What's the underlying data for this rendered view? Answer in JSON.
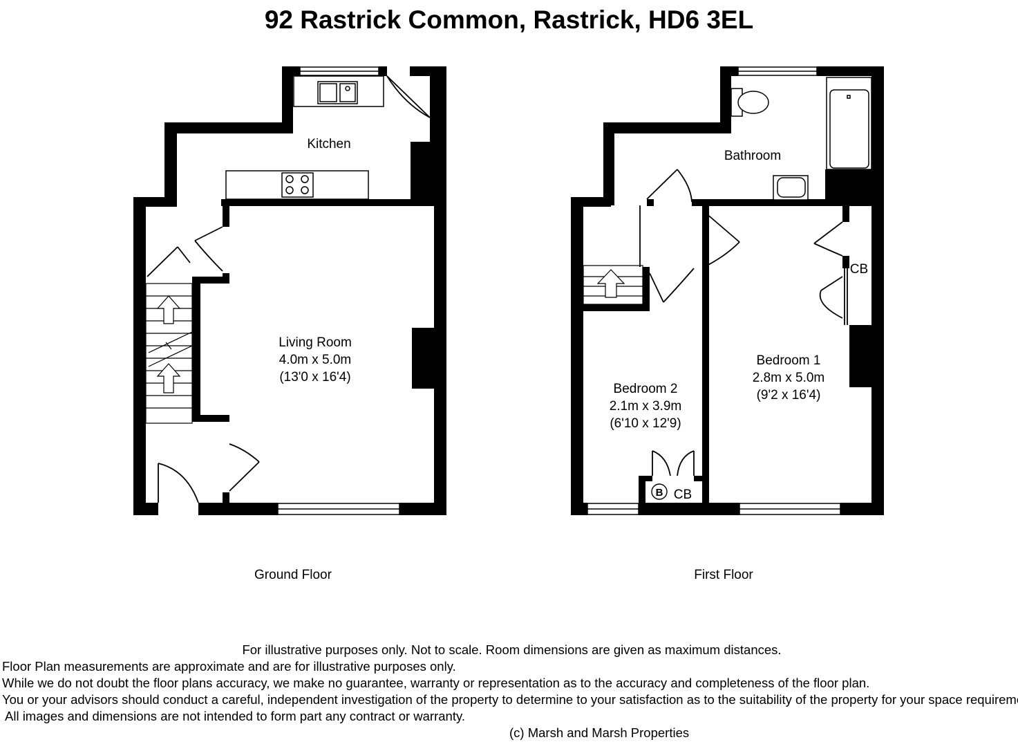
{
  "title": "92 Rastrick Common, Rastrick, HD6 3EL",
  "ground_floor": {
    "label": "Ground Floor",
    "kitchen": {
      "name": "Kitchen"
    },
    "living_room": {
      "name": "Living Room",
      "metric": "4.0m x 5.0m",
      "imperial": "(13'0 x 16'4)"
    }
  },
  "first_floor": {
    "label": "First Floor",
    "bathroom": {
      "name": "Bathroom"
    },
    "bedroom_1": {
      "name": "Bedroom 1",
      "metric": "2.8m x 5.0m",
      "imperial": "(9'2 x 16'4)"
    },
    "bedroom_2": {
      "name": "Bedroom 2",
      "metric": "2.1m x 3.9m",
      "imperial": "(6'10 x 12'9)"
    },
    "cupboard_label": "CB",
    "boiler_symbol": "B"
  },
  "disclaimer": {
    "line1": "For illustrative purposes only.  Not to scale.  Room dimensions are given as maximum distances.",
    "line2": "Floor Plan measurements are approximate and are for illustrative purposes only.",
    "line3": "While we do not doubt the floor plans accuracy, we make no guarantee, warranty or representation as to the accuracy and completeness of the floor plan.",
    "line4": "You or your advisors should conduct a careful, independent investigation of the property to determine to your satisfaction as to the suitability of the property for your space requirements.",
    "line5": "All images and dimensions are not intended to form part any contract or warranty.",
    "copyright": "(c) Marsh and Marsh Properties"
  }
}
